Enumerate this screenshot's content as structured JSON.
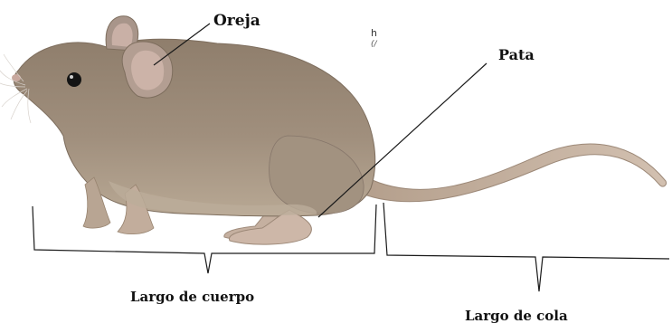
{
  "labels": {
    "ear": "Oreja",
    "paw": "Pata",
    "body_length": "Largo de cuerpo",
    "tail_length": "Largo de cola"
  },
  "cropped_text": {
    "line1": "h",
    "line2": "(/"
  },
  "colors": {
    "fur": "#9c8b79",
    "fur_shadow": "#7e6e5e",
    "belly": "#b9aa98",
    "skin": "#cdb7a8",
    "ear_inner": "#c9b0a6",
    "eye": "#141414",
    "line": "#1a1a1a",
    "text": "#111111"
  }
}
